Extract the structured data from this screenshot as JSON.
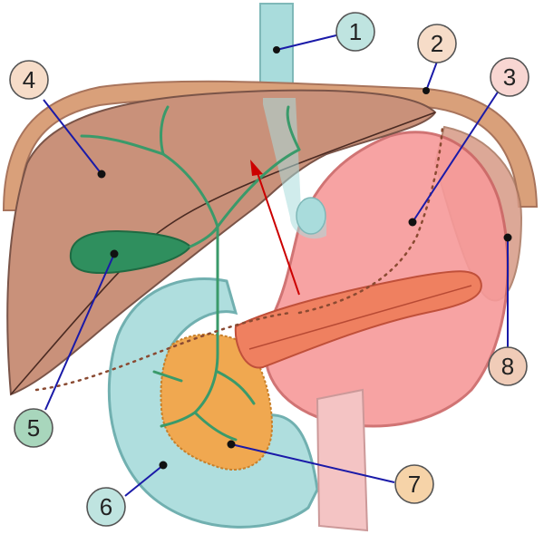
{
  "diagram": {
    "colors": {
      "esophagus": "#a9dcdc",
      "diaphragm": "#d9a07a",
      "liver": "#c9917a",
      "stomach": "#f79a9a",
      "gallbladder": "#2f8f5e",
      "duodenum": "#a9dcdc",
      "pancreas": "#ef8060",
      "pancreas_head": "#f0a850",
      "spleen": "#d69a86",
      "ducts": "#3a9a6a",
      "callout_line": "#1a1aa8",
      "outline": "#8a6a62"
    },
    "labels": [
      {
        "number": "1",
        "fill": "#bfe4e0"
      },
      {
        "number": "2",
        "fill": "#f6dcc8"
      },
      {
        "number": "3",
        "fill": "#f8d6d2"
      },
      {
        "number": "4",
        "fill": "#f6dcc8"
      },
      {
        "number": "5",
        "fill": "#a8d6bc"
      },
      {
        "number": "6",
        "fill": "#bfe4e0"
      },
      {
        "number": "7",
        "fill": "#f6d3a8"
      },
      {
        "number": "8",
        "fill": "#f0ccb8"
      }
    ]
  }
}
